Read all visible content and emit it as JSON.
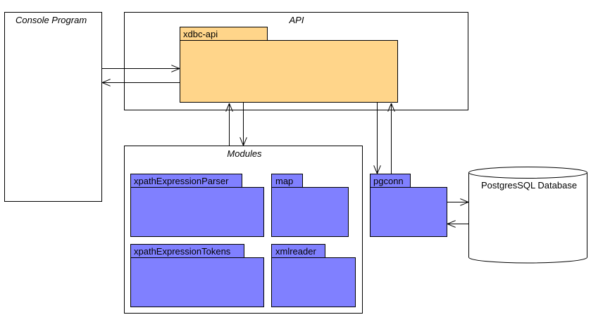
{
  "containers": {
    "console": {
      "title": "Console Program"
    },
    "api": {
      "title": "API"
    },
    "modules": {
      "title": "Modules"
    }
  },
  "packages": {
    "xdbc_api": {
      "label": "xdbc-api"
    },
    "xpath_parser": {
      "label": "xpathExpressionParser"
    },
    "map": {
      "label": "map"
    },
    "xpath_tokens": {
      "label": "xpathExpressionTokens"
    },
    "xmlreader": {
      "label": "xmlreader"
    },
    "pgconn": {
      "label": "pgconn"
    }
  },
  "database": {
    "label": "PostgresSQL Database"
  },
  "colors": {
    "api_package_fill": "#FFD58A",
    "module_package_fill": "#8080FF",
    "line": "#000000",
    "background": "#FFFFFF"
  }
}
